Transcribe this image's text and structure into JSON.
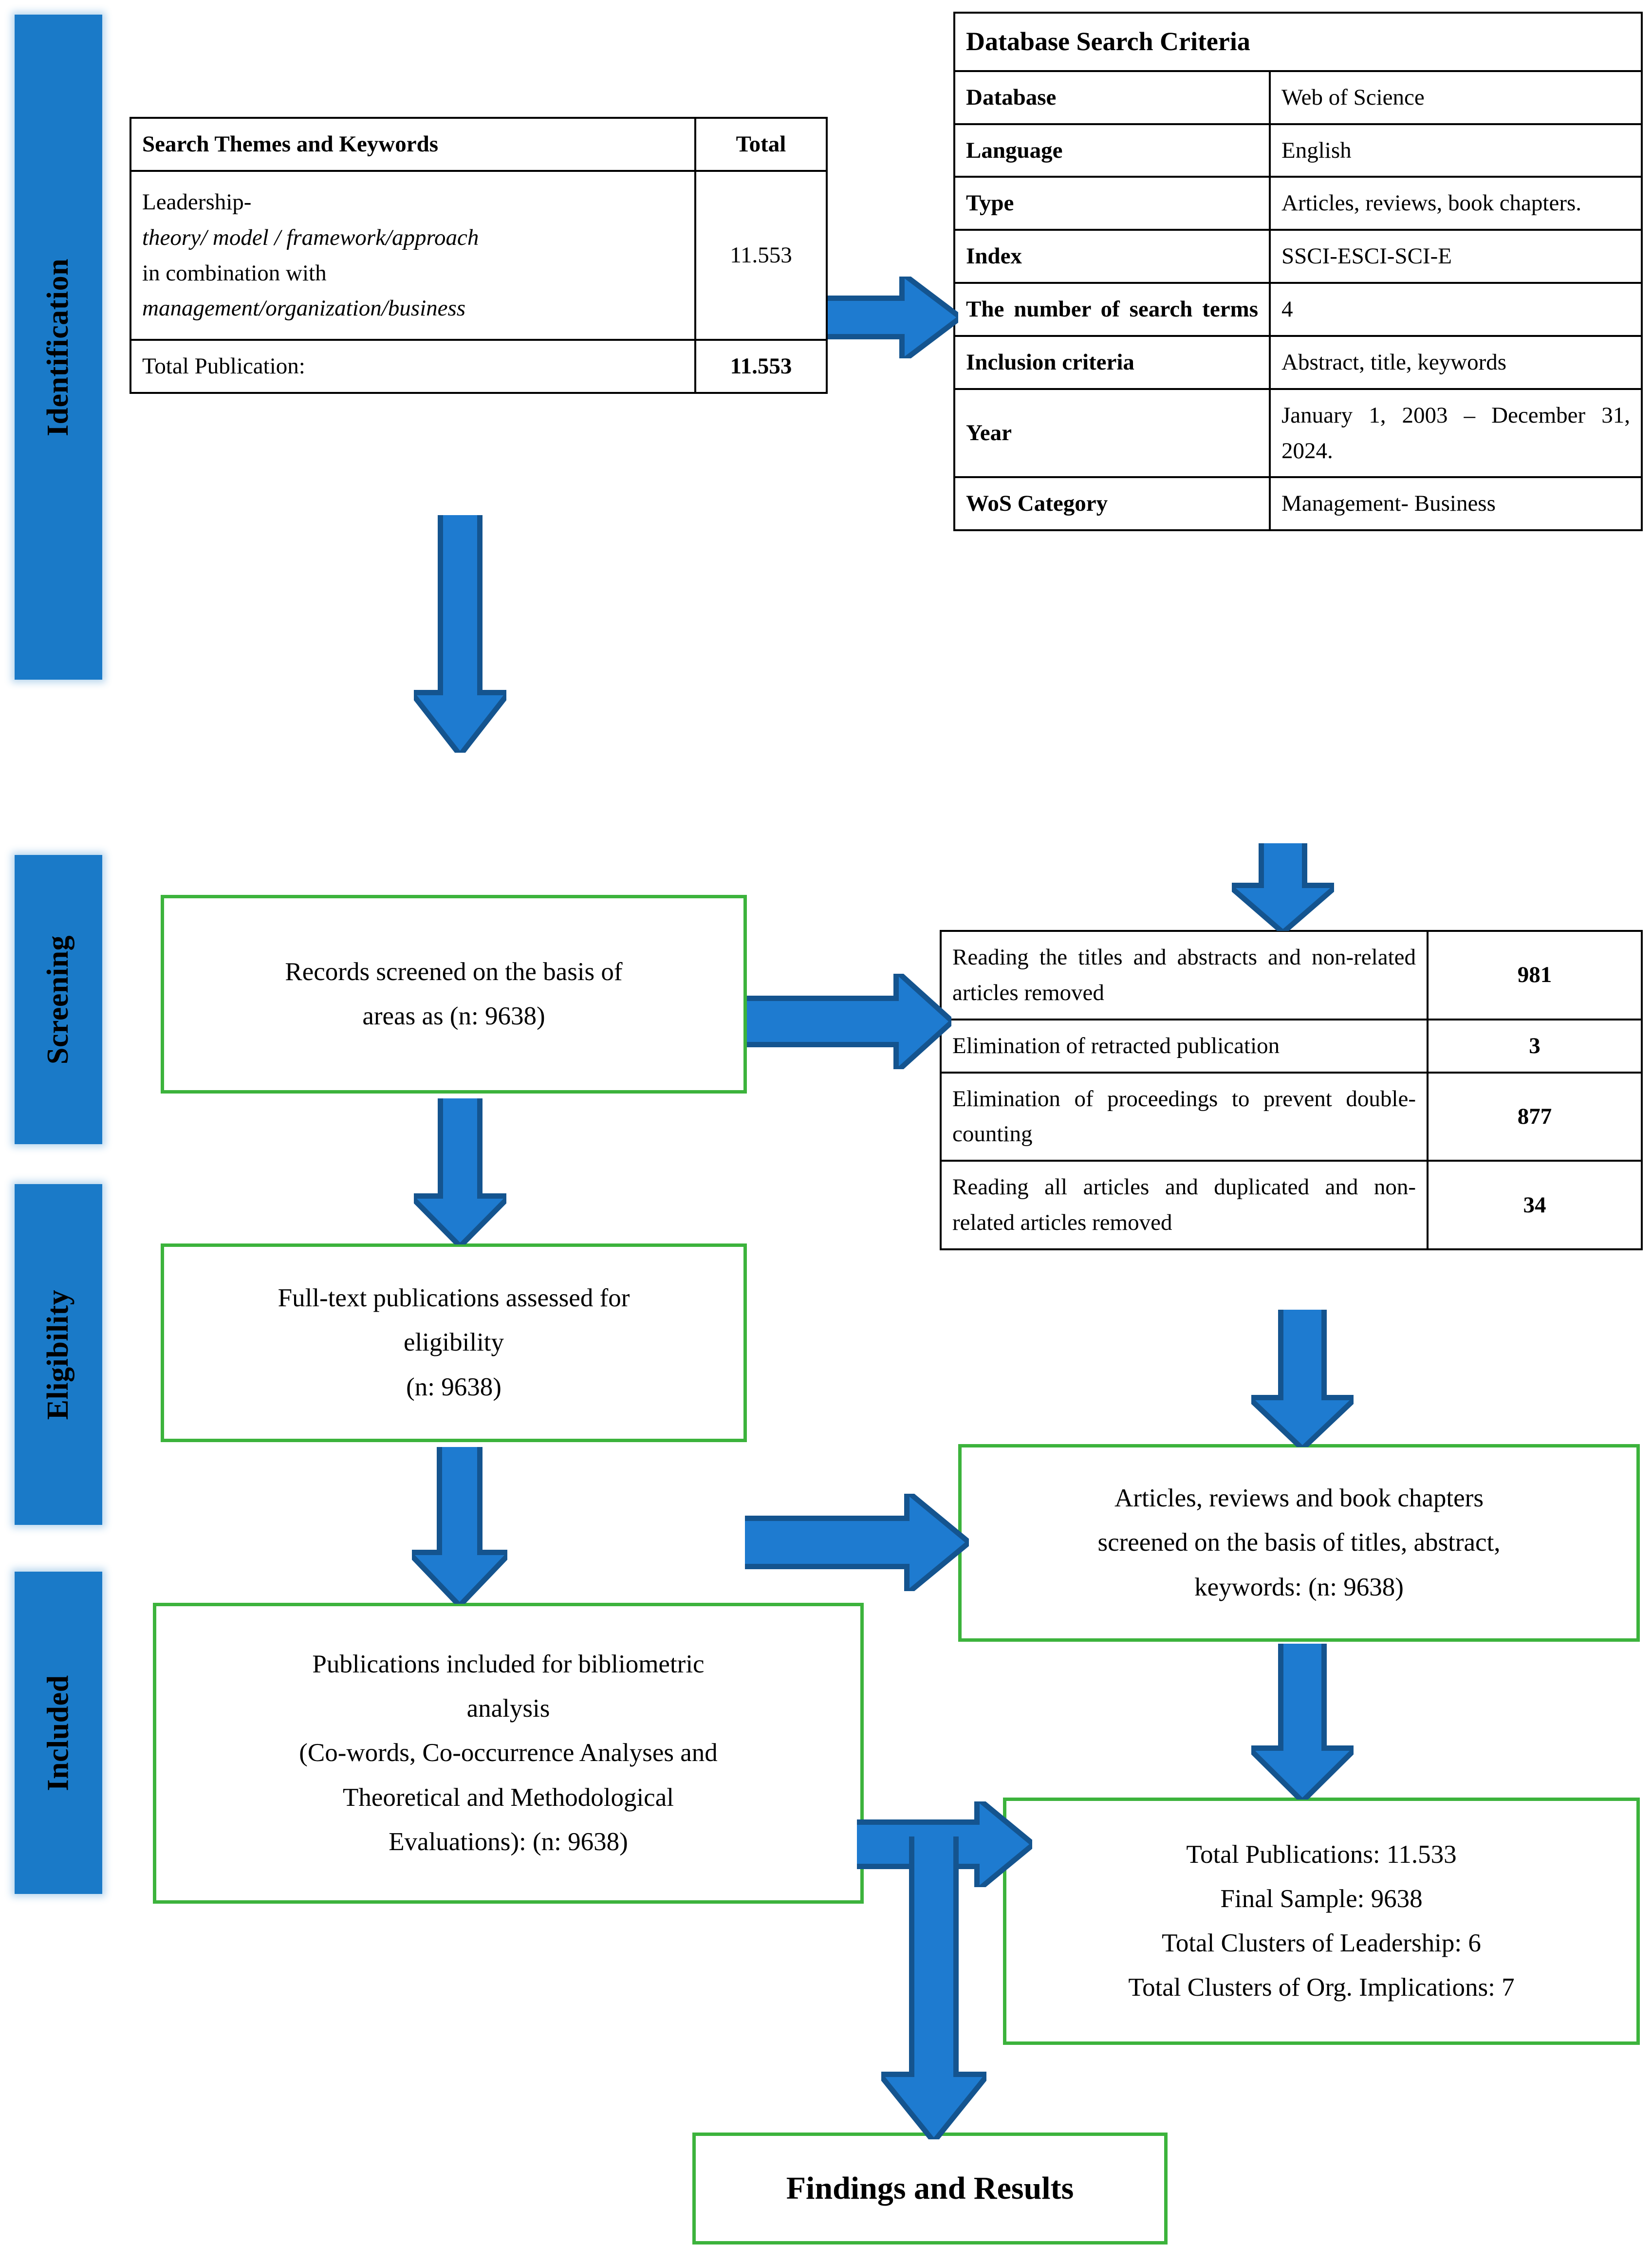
{
  "colors": {
    "stage_bar": "#1A7AC8",
    "arrow_fill": "#1E7BD0",
    "arrow_edge": "#14548F",
    "box_border": "#3CB33C",
    "table_border": "#000000"
  },
  "stages": [
    {
      "id": "identification",
      "label": "Identification"
    },
    {
      "id": "screening",
      "label": "Screening"
    },
    {
      "id": "eligibility",
      "label": "Eligibility"
    },
    {
      "id": "included",
      "label": "Included"
    }
  ],
  "search_themes_table": {
    "headers": {
      "themes": "Search Themes and Keywords",
      "total": "Total"
    },
    "keyword_lines": [
      "Leadership-",
      "theory/ model / framework/approach",
      "in combination with",
      "management/organization/business"
    ],
    "keyword_total": "11.553",
    "total_label": "Total Publication:",
    "total_value": "11.553"
  },
  "criteria_table": {
    "title": "Database Search Criteria",
    "rows": [
      {
        "label": "Database",
        "value": "Web of Science"
      },
      {
        "label": "Language",
        "value": "English"
      },
      {
        "label": "Type",
        "value": "Articles, reviews, book chapters."
      },
      {
        "label": "Index",
        "value": "SSCI-ESCI-SCI-E"
      },
      {
        "label": "The number of search terms",
        "value": "4"
      },
      {
        "label": "Inclusion criteria",
        "value": "Abstract, title, keywords"
      },
      {
        "label": "Year",
        "value": "January 1, 2003 – December 31, 2024."
      },
      {
        "label": "WoS Category",
        "value": "Management- Business"
      }
    ]
  },
  "exclusion_table": {
    "rows": [
      {
        "reason": "Reading the titles and abstracts and non-related articles removed",
        "count": "981"
      },
      {
        "reason": "Elimination of retracted publication",
        "count": "3"
      },
      {
        "reason": "Elimination of proceedings to prevent double-counting",
        "count": "877"
      },
      {
        "reason": "Reading all articles and duplicated and non-related articles removed",
        "count": "34"
      }
    ]
  },
  "boxes": {
    "records_screened": {
      "lines": [
        "Records screened on the basis of",
        "areas as (n: 9638)"
      ]
    },
    "full_text": {
      "lines": [
        "Full-text publications assessed for",
        "eligibility",
        "(n: 9638)"
      ]
    },
    "articles_screened": {
      "lines": [
        "Articles, reviews and book chapters",
        "screened on the basis of titles, abstract,",
        "keywords: (n: 9638)"
      ]
    },
    "publications_included": {
      "lines": [
        "Publications included for bibliometric",
        "analysis",
        "(Co-words, Co-occurrence Analyses and",
        "Theoretical and Methodological",
        "Evaluations): (n: 9638)"
      ]
    },
    "summary": {
      "lines": [
        "Total Publications: 11.533",
        "Final Sample: 9638",
        "Total Clusters of Leadership: 6",
        "Total Clusters of Org. Implications: 7"
      ]
    },
    "findings": {
      "label": "Findings and Results"
    }
  },
  "arrows": [
    {
      "id": "identification-to-criteria",
      "direction": "right"
    },
    {
      "id": "identification-to-screening",
      "direction": "down"
    },
    {
      "id": "criteria-to-exclusion",
      "direction": "down"
    },
    {
      "id": "screened-to-exclusion",
      "direction": "right"
    },
    {
      "id": "screened-to-fulltext",
      "direction": "down"
    },
    {
      "id": "exclusion-to-articles",
      "direction": "down"
    },
    {
      "id": "fulltext-to-articles",
      "direction": "right"
    },
    {
      "id": "fulltext-to-included",
      "direction": "down"
    },
    {
      "id": "articles-to-summary",
      "direction": "down"
    },
    {
      "id": "included-to-summary",
      "direction": "right"
    },
    {
      "id": "summary-to-findings",
      "direction": "down"
    }
  ]
}
